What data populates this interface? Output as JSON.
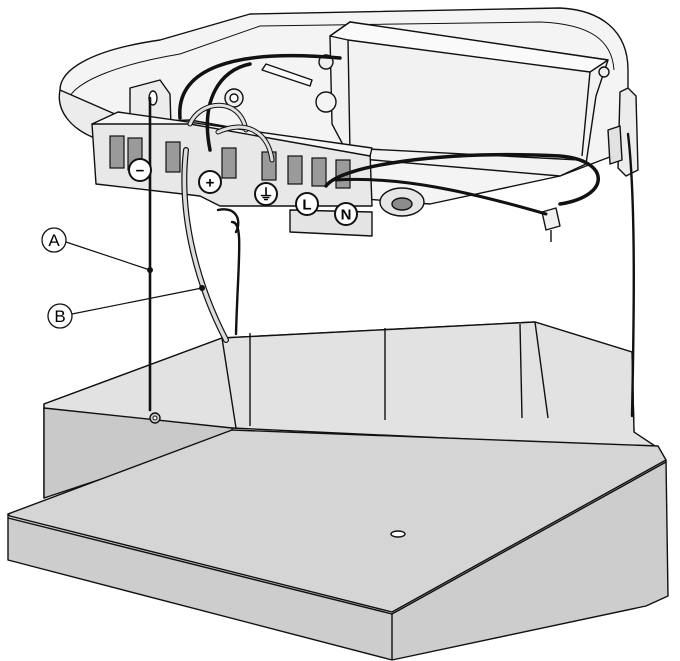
{
  "callouts": {
    "a": "A",
    "b": "B"
  },
  "terminals": {
    "minus": "−",
    "plus": "+",
    "ground": "⏚",
    "live": "L",
    "neutral": "N"
  },
  "colors": {
    "body_fill": "#cfcfcf",
    "body_top": "#e4e4e4",
    "body_shadow": "#bdbdbd",
    "outline": "#111111",
    "housing": "#f2f2f2",
    "cable_grey": "#d9d9d9"
  }
}
